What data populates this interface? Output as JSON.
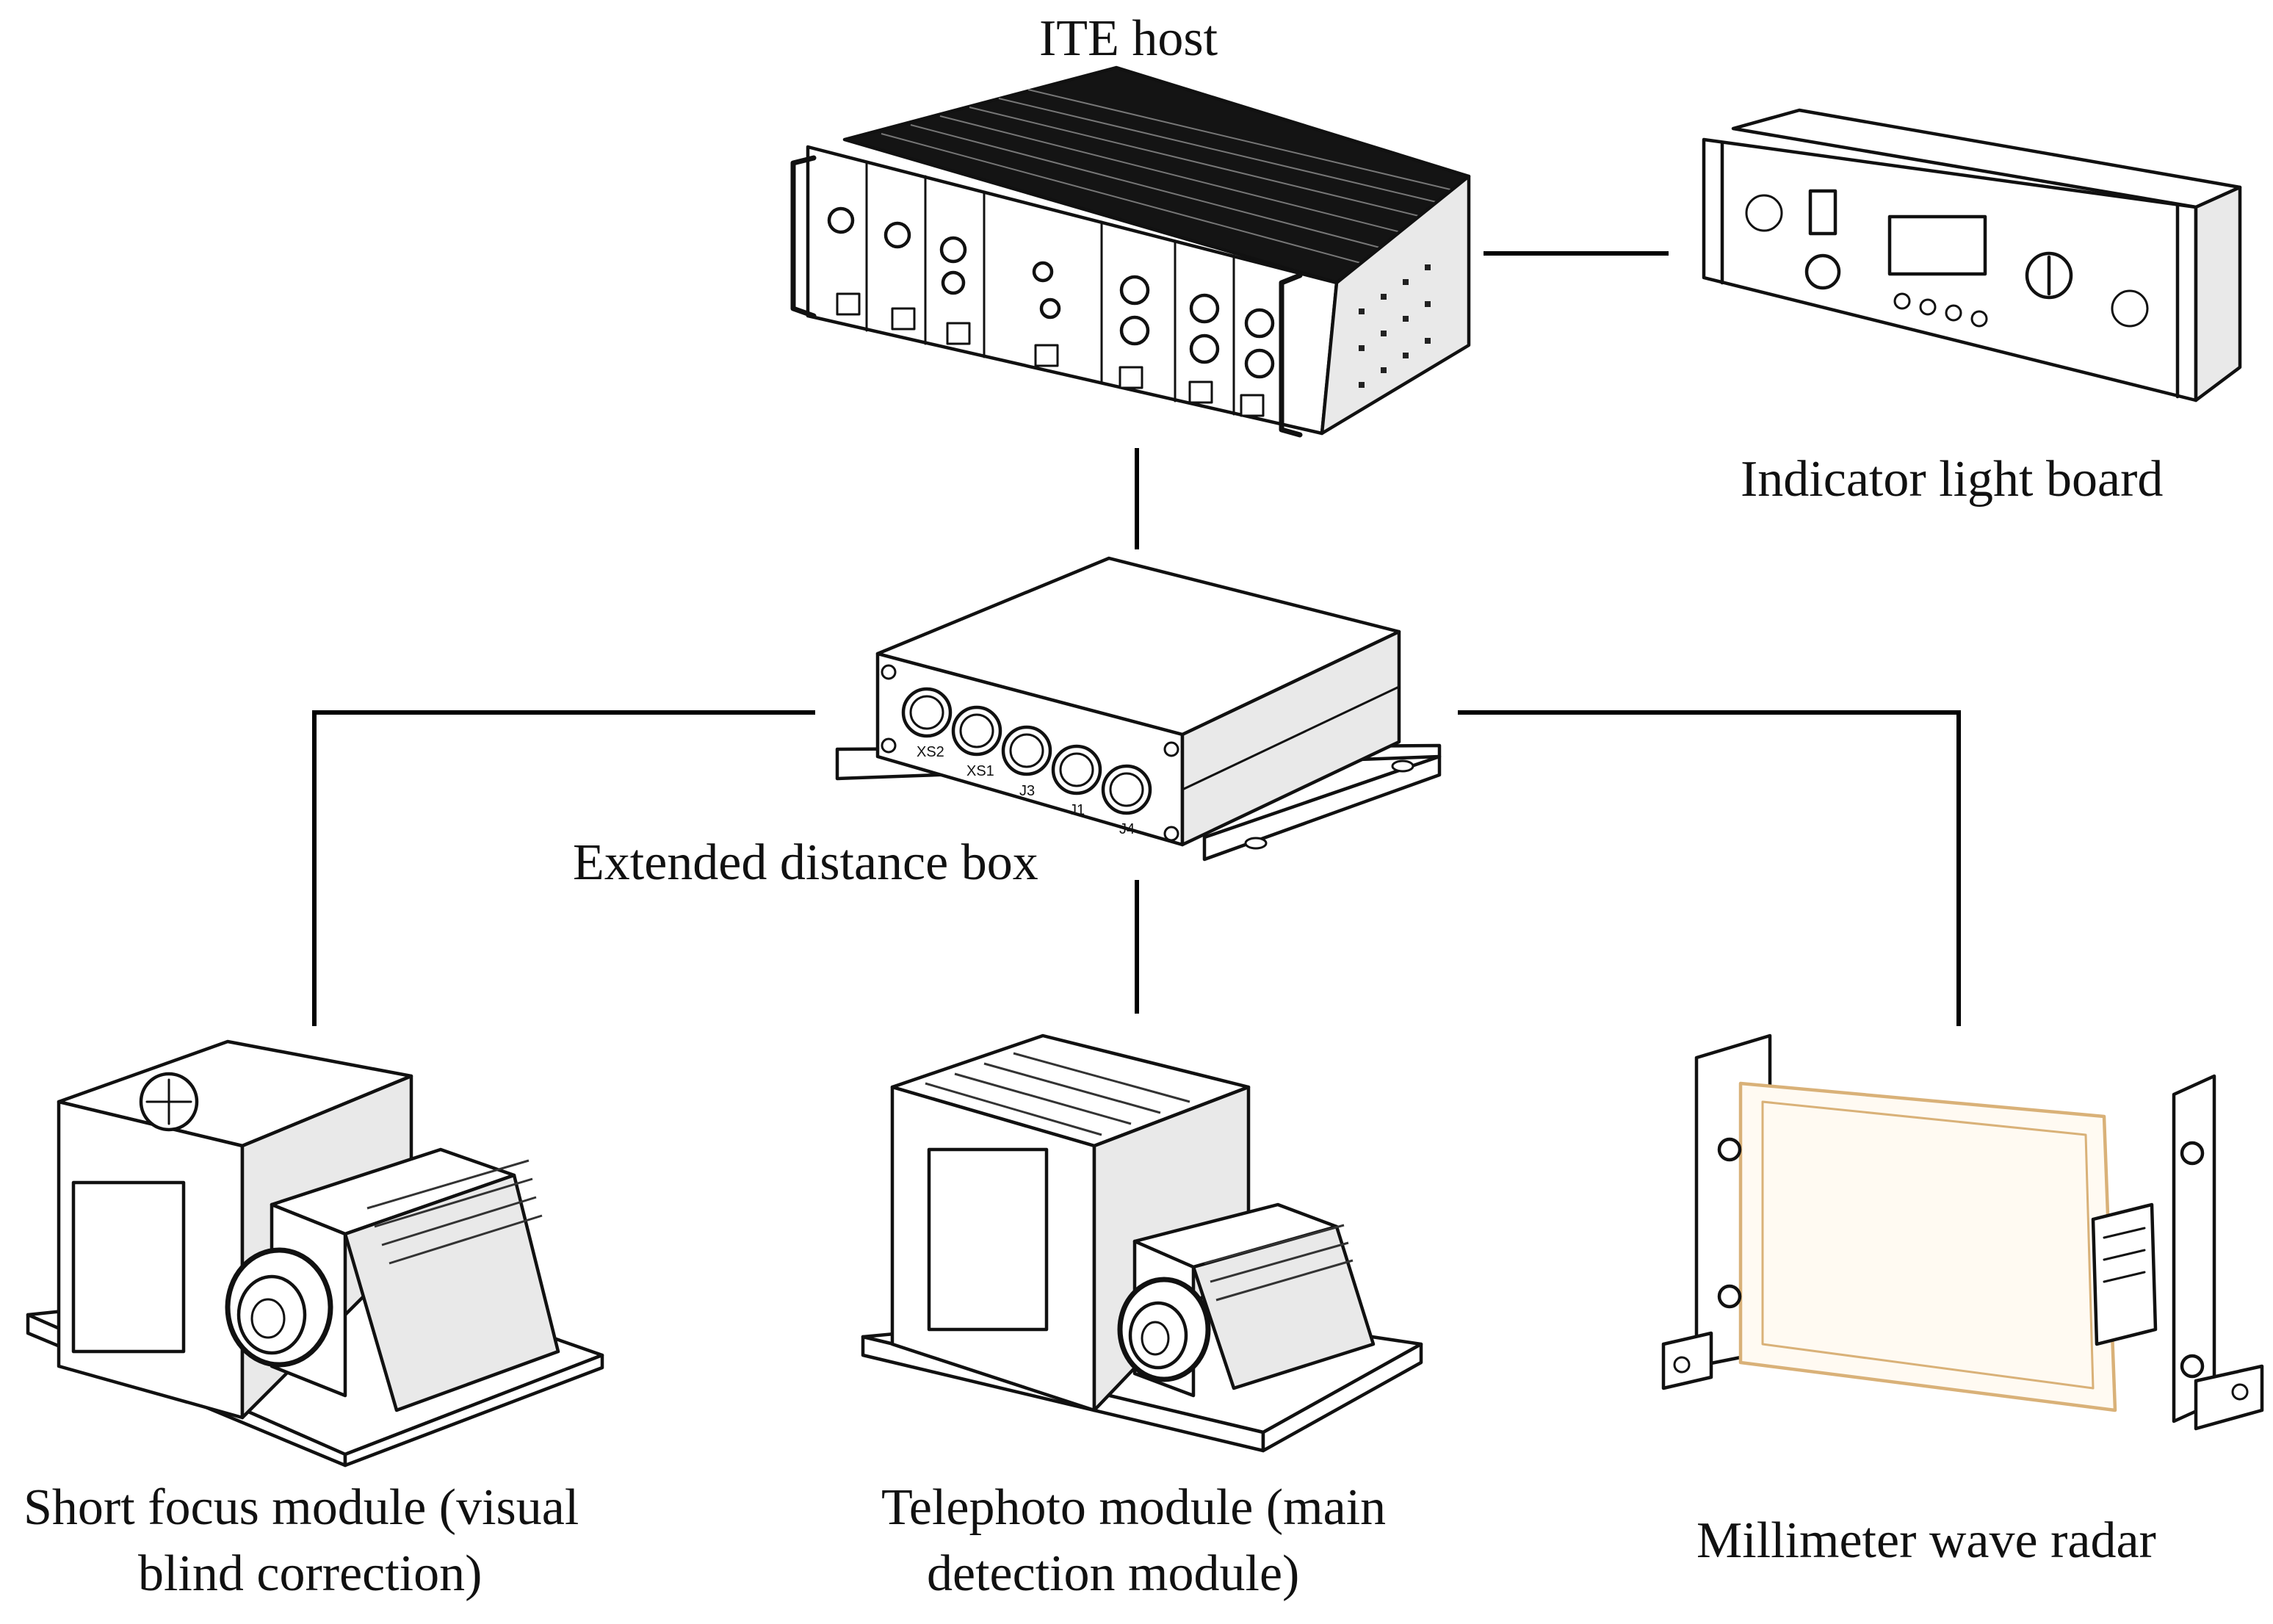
{
  "nodes": {
    "ite_host": {
      "label": "ITE host"
    },
    "indicator_light_board": {
      "label": "Indicator light board"
    },
    "extended_distance_box": {
      "label": "Extended distance box"
    },
    "short_focus_module": {
      "label_line1": "Short focus module (visual",
      "label_line2": "blind correction)"
    },
    "telephoto_module": {
      "label_line1": "Telephoto module (main",
      "label_line2": "detection module)"
    },
    "millimeter_wave_radar": {
      "label": "Millimeter wave radar"
    }
  },
  "connections": [
    {
      "from": "ite_host",
      "to": "indicator_light_board"
    },
    {
      "from": "ite_host",
      "to": "extended_distance_box"
    },
    {
      "from": "extended_distance_box",
      "to": "short_focus_module"
    },
    {
      "from": "extended_distance_box",
      "to": "telephoto_module"
    },
    {
      "from": "extended_distance_box",
      "to": "millimeter_wave_radar"
    }
  ],
  "connector_labels": [
    "XS2",
    "XS1",
    "J3",
    "J1",
    "J4"
  ],
  "colors": {
    "line": "#000000",
    "radar_outline": "#d9b178"
  }
}
